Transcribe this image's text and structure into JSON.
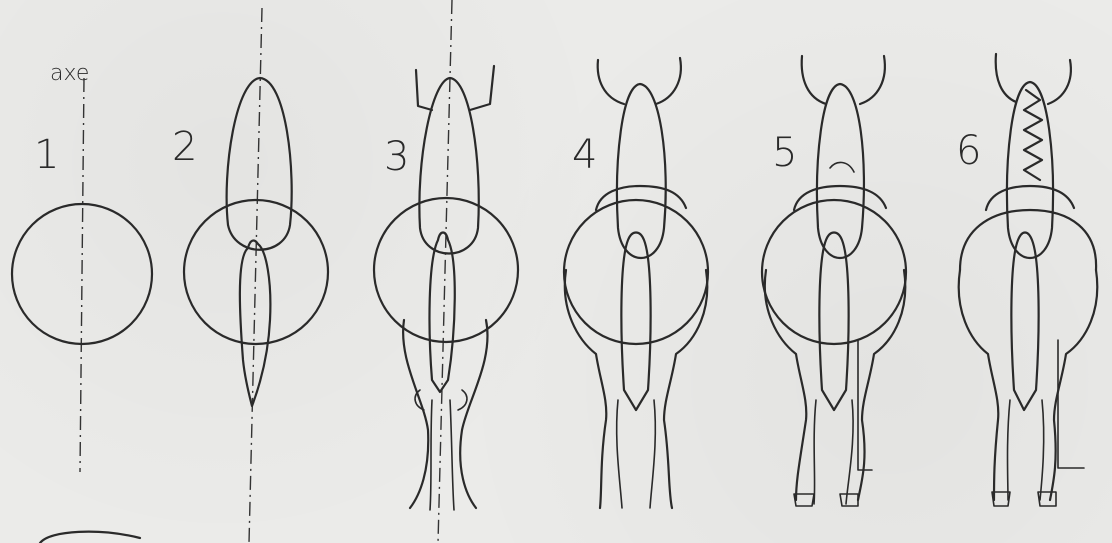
{
  "axis_label": "axe",
  "steps": [
    {
      "number": "1"
    },
    {
      "number": "2"
    },
    {
      "number": "3"
    },
    {
      "number": "4"
    },
    {
      "number": "5"
    },
    {
      "number": "6"
    }
  ],
  "colors": {
    "paper": "#ebebe9",
    "ink": "#2a2a2a"
  }
}
